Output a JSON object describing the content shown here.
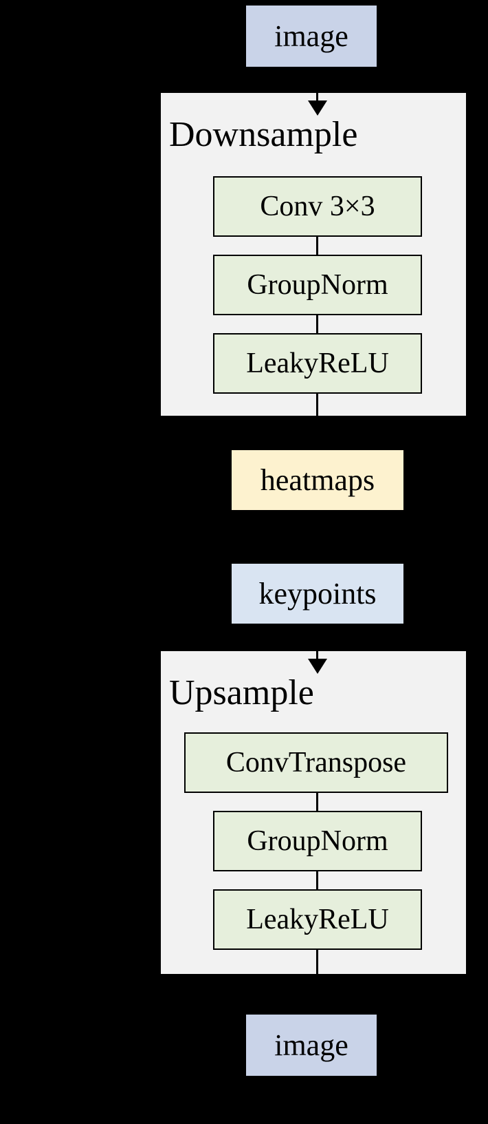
{
  "colors": {
    "background": "#000000",
    "io_fill": "#c9d3e8",
    "module_fill": "#f2f2f2",
    "layer_fill": "#e6efdc",
    "heatmaps_fill": "#fdf2cf",
    "keypoints_fill": "#d9e4f2",
    "line": "#000000"
  },
  "nodes": {
    "input_image": {
      "label": "image"
    },
    "downsample": {
      "title": "Downsample",
      "layers": [
        "Conv 3×3",
        "GroupNorm",
        "LeakyReLU"
      ]
    },
    "heatmaps": {
      "label": "heatmaps"
    },
    "keypoints": {
      "label": "keypoints"
    },
    "upsample": {
      "title": "Upsample",
      "layers": [
        "ConvTranspose",
        "GroupNorm",
        "LeakyReLU"
      ]
    },
    "output_image": {
      "label": "image"
    }
  }
}
